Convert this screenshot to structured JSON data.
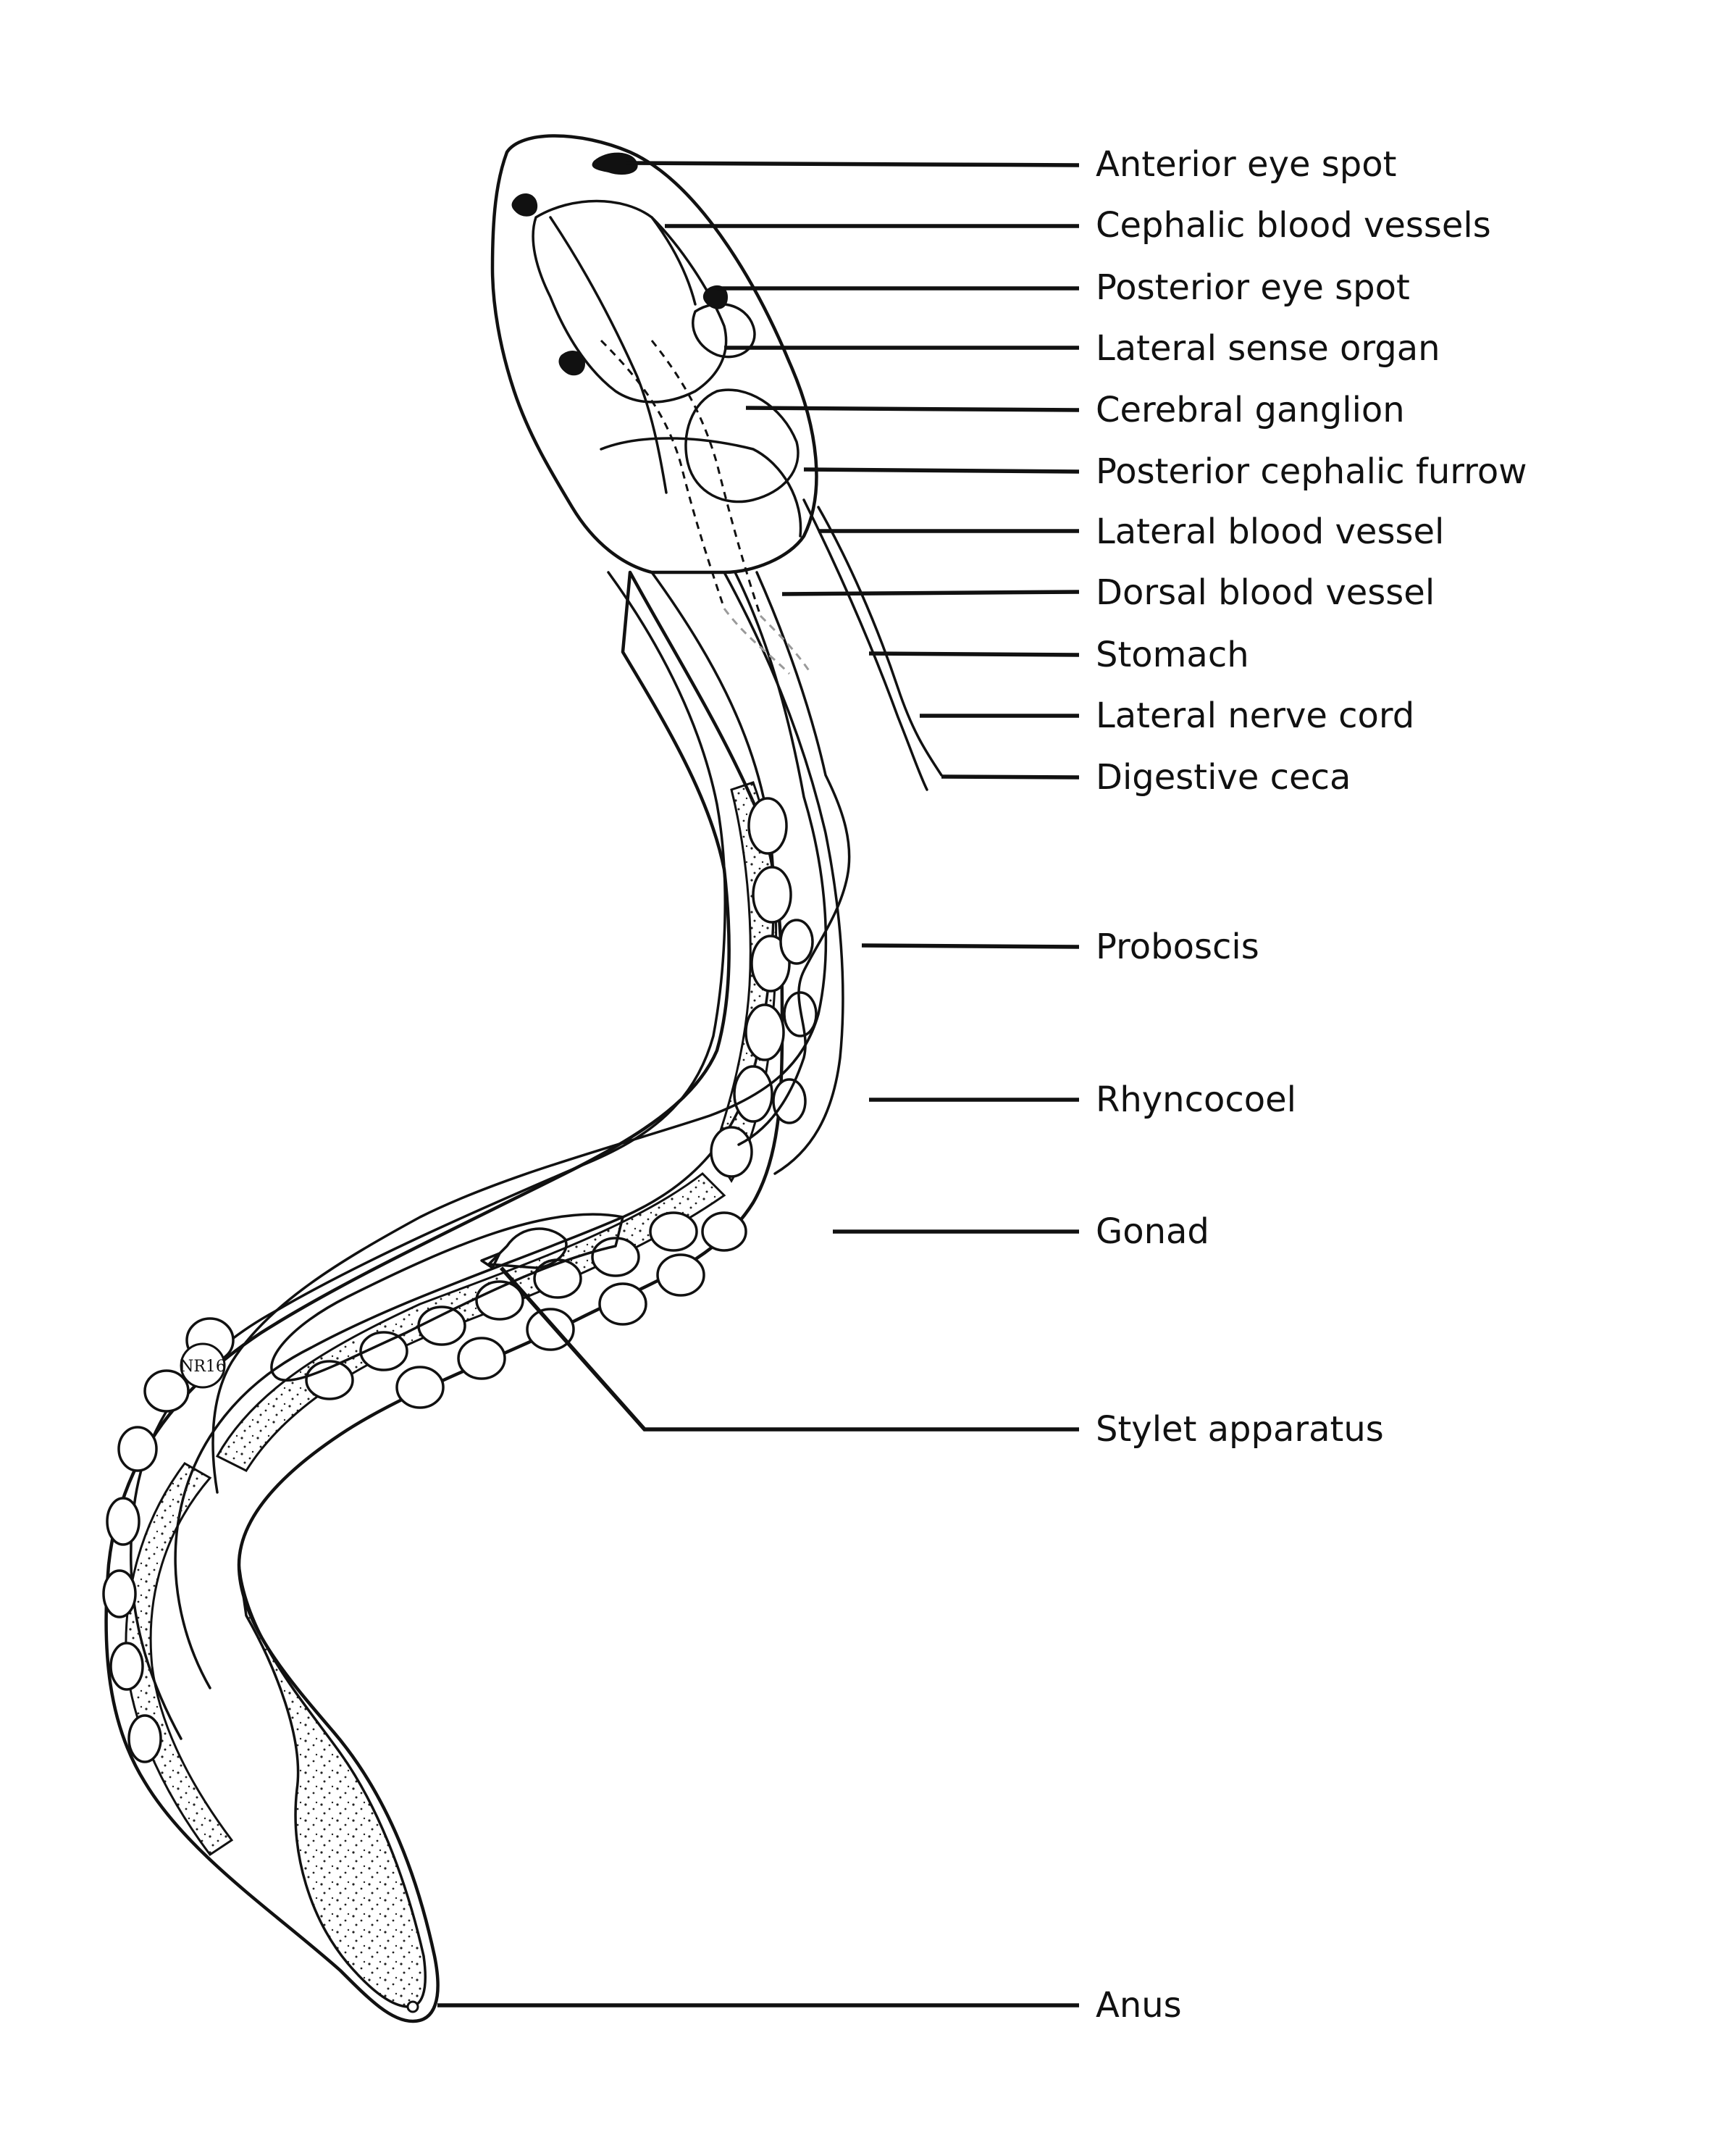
{
  "labels": {
    "anterior_eye_spot": "Anterior eye spot",
    "cephalic_blood_vessels": "Cephalic blood vessels",
    "posterior_eye_spot": "Posterior eye spot",
    "lateral_sense_organ": "Lateral sense organ",
    "cerebral_ganglion": "Cerebral ganglion",
    "posterior_cephalic_furrow": "Posterior cephalic furrow",
    "lateral_blood_vessel": "Lateral blood vessel",
    "dorsal_blood_vessel": "Dorsal blood vessel",
    "stomach": "Stomach",
    "lateral_nerve_cord": "Lateral nerve cord",
    "digestive_ceca": "Digestive ceca",
    "proboscis": "Proboscis",
    "rhyncocoel": "Rhyncocoel",
    "gonad": "Gonad",
    "stylet_apparatus": "Stylet apparatus",
    "anus": "Anus"
  },
  "signature": "NR16"
}
